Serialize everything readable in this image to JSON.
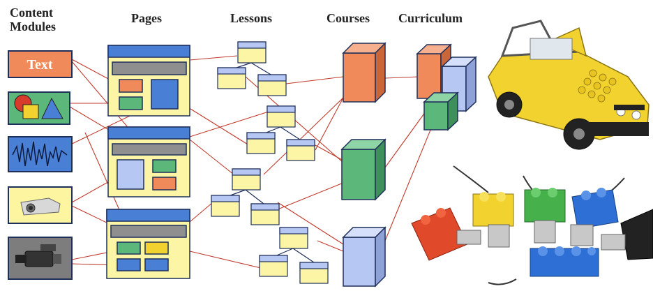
{
  "headers": {
    "content_modules": "Content Modules",
    "pages": "Pages",
    "lessons": "Lessons",
    "courses": "Courses",
    "curriculum": "Curriculum"
  },
  "modules": {
    "text_label": "Text",
    "items": [
      "text",
      "shapes",
      "waveform",
      "projector",
      "video-camera"
    ]
  },
  "colors": {
    "text_module": "#f08a5a",
    "shapes_module": "#5cb87a",
    "wave_module": "#4a7fd6",
    "media_module": "#fdf5a0",
    "camera_module": "#7d7d7d",
    "page_bar": "#4a7fd6",
    "page_body": "#fdf5a6",
    "page_gray": "#8f8f8f",
    "lesson_top": "#b7c7f4",
    "lesson_body": "#fdf5a6",
    "course_orange": "#f08a5a",
    "course_green": "#5cb87a",
    "course_blue": "#b7c7f4",
    "link_line": "#c0392b",
    "lego_yellow": "#f2d22e",
    "lego_red": "#e04a2a",
    "lego_green": "#46b04a",
    "lego_blue": "#2e6fd6",
    "lego_black": "#222222"
  },
  "photos": [
    "lego-jeep",
    "lego-usb-drives"
  ]
}
